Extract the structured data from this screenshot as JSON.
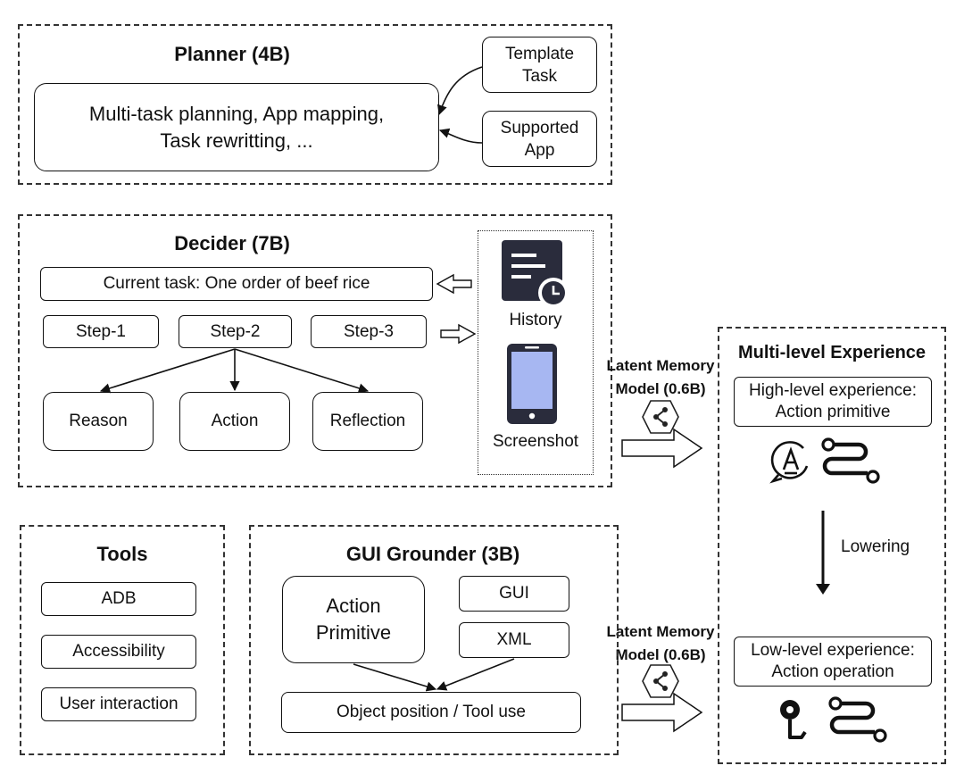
{
  "planner": {
    "title": "Planner (4B)",
    "main_line1": "Multi-task planning, App mapping,",
    "main_line2": "Task rewritting, ...",
    "template_line1": "Template",
    "template_line2": "Task",
    "supported_line1": "Supported",
    "supported_line2": "App"
  },
  "decider": {
    "title": "Decider (7B)",
    "current_task": "Current task: One order of beef rice",
    "steps": [
      "Step-1",
      "Step-2",
      "Step-3"
    ],
    "outputs": [
      "Reason",
      "Action",
      "Reflection"
    ],
    "history_label": "History",
    "screenshot_label": "Screenshot"
  },
  "latent_memory": {
    "line1": "Latent Memory",
    "line2": "Model (0.6B)"
  },
  "experience": {
    "title": "Multi-level Experience",
    "high_line1": "High-level experience:",
    "high_line2": "Action primitive",
    "lowering": "Lowering",
    "low_line1": "Low-level experience:",
    "low_line2": "Action operation"
  },
  "tools": {
    "title": "Tools",
    "items": [
      "ADB",
      "Accessibility",
      "User interaction"
    ]
  },
  "grounder": {
    "title": "GUI Grounder (3B)",
    "action_line1": "Action",
    "action_line2": "Primitive",
    "gui": "GUI",
    "xml": "XML",
    "object": "Object position / Tool use"
  }
}
